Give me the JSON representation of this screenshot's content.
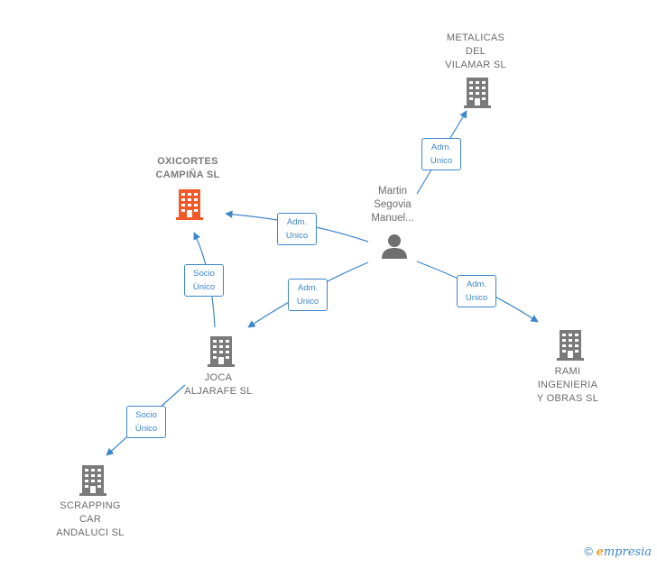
{
  "colors": {
    "edge": "#3d86cc",
    "building": "#7a7a7a",
    "building_focus": "#f05a28",
    "person": "#6f6f6f",
    "text": "#6b6b6b"
  },
  "nodes": {
    "metalicas": {
      "lines": [
        "METALICAS",
        "DEL",
        "VILAMAR SL"
      ],
      "icon": "building-icon"
    },
    "oxicortes": {
      "lines": [
        "OXICORTES",
        "CAMPIÑA SL"
      ],
      "icon": "building-icon"
    },
    "person": {
      "lines": [
        "Martin",
        "Segovia",
        "Manuel..."
      ],
      "icon": "person-icon"
    },
    "joca": {
      "lines": [
        "JOCA",
        "ALJARAFE SL"
      ],
      "icon": "building-icon"
    },
    "rami": {
      "lines": [
        "RAMI",
        "INGENIERIA",
        "Y OBRAS SL"
      ],
      "icon": "building-icon"
    },
    "scrapping": {
      "lines": [
        "SCRAPPING",
        "CAR",
        "ANDALUCI SL"
      ],
      "icon": "building-icon"
    }
  },
  "edges": {
    "e1": {
      "lines": [
        "Adm.",
        "Unico"
      ]
    },
    "e2": {
      "lines": [
        "Adm.",
        "Unico"
      ]
    },
    "e3": {
      "lines": [
        "Adm.",
        "Unico"
      ]
    },
    "e4": {
      "lines": [
        "Adm.",
        "Unico"
      ]
    },
    "e5": {
      "lines": [
        "Socio",
        "Único"
      ]
    },
    "e6": {
      "lines": [
        "Socio",
        "Único"
      ]
    }
  },
  "footer": {
    "copyright": "©",
    "brand_initial": "e",
    "brand_rest": "mpresia"
  }
}
